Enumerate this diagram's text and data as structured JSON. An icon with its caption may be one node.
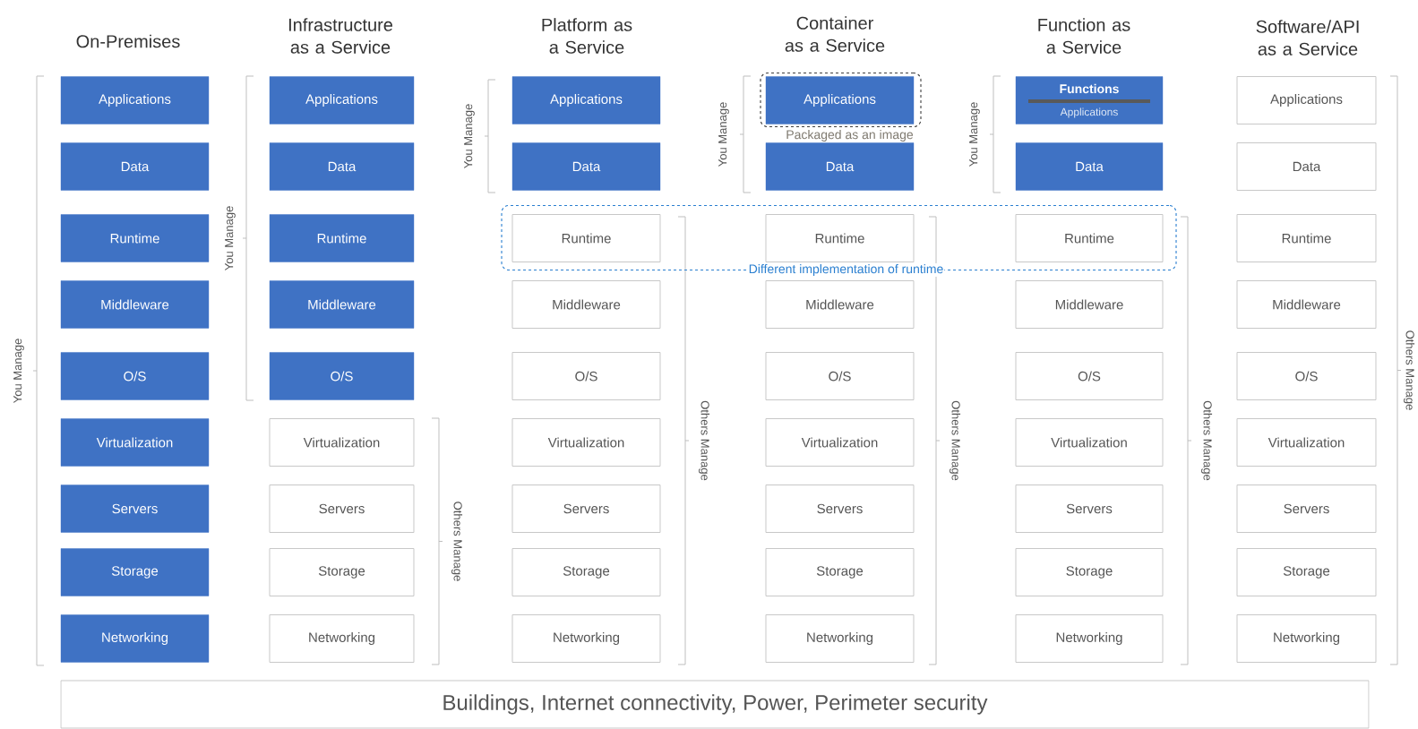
{
  "diagram": {
    "nodes": [
      {
        "text": [
          "Applications"
        ]
      },
      {
        "text": [
          "Data"
        ]
      },
      {
        "text": [
          "Runtime"
        ]
      },
      {
        "text": [
          "Middleware"
        ]
      },
      {
        "text": [
          "O/S"
        ]
      },
      {
        "text": [
          "Virtualization"
        ]
      },
      {
        "text": [
          "Servers"
        ]
      },
      {
        "text": [
          "Storage"
        ]
      },
      {
        "text": [
          "Networking"
        ]
      },
      {
        "text": [
          "Applications"
        ]
      },
      {
        "text": [
          "Data"
        ]
      },
      {
        "text": [
          "Runtime"
        ]
      },
      {
        "text": [
          "Middleware"
        ]
      },
      {
        "text": [
          "O/S"
        ]
      },
      {
        "text": [
          "Virtualization"
        ]
      },
      {
        "text": [
          "Servers"
        ]
      },
      {
        "text": [
          "Storage"
        ]
      },
      {
        "text": [
          "Networking"
        ]
      },
      {
        "text": [
          "Different implementation of runtime"
        ]
      },
      {
        "text": [
          "Applications"
        ]
      },
      {
        "text": [
          "Data"
        ]
      },
      {
        "text": [
          "Runtime"
        ],
        "in": 18
      },
      {
        "text": [
          "Middleware"
        ]
      },
      {
        "text": [
          "O/S"
        ]
      },
      {
        "text": [
          "Virtualization"
        ]
      },
      {
        "text": [
          "Servers"
        ]
      },
      {
        "text": [
          "Storage"
        ]
      },
      {
        "text": [
          "Networking"
        ]
      },
      {
        "text": [
          "Packaged as an image"
        ]
      },
      {
        "text": [
          "Applications"
        ],
        "in": 28
      },
      {
        "text": [
          "Data"
        ]
      },
      {
        "text": [
          "Runtime"
        ],
        "in": 18
      },
      {
        "text": [
          "Middleware"
        ]
      },
      {
        "text": [
          "O/S"
        ]
      },
      {
        "text": [
          "Virtualization"
        ]
      },
      {
        "text": [
          "Servers"
        ]
      },
      {
        "text": [
          "Storage"
        ]
      },
      {
        "text": [
          "Networking"
        ]
      },
      {
        "text": [
          "Functions",
          "Applications"
        ]
      },
      {
        "text": [
          "Data"
        ]
      },
      {
        "text": [
          "Runtime"
        ],
        "in": 18
      },
      {
        "text": [
          "Middleware"
        ]
      },
      {
        "text": [
          "O/S"
        ]
      },
      {
        "text": [
          "Virtualization"
        ]
      },
      {
        "text": [
          "Servers"
        ]
      },
      {
        "text": [
          "Storage"
        ]
      },
      {
        "text": [
          "Networking"
        ]
      },
      {
        "text": [
          "Applications"
        ]
      },
      {
        "text": [
          "Data"
        ]
      },
      {
        "text": [
          "Runtime"
        ]
      },
      {
        "text": [
          "Middleware"
        ]
      },
      {
        "text": [
          "O/S"
        ]
      },
      {
        "text": [
          "Virtualization"
        ]
      },
      {
        "text": [
          "Servers"
        ]
      },
      {
        "text": [
          "Storage"
        ]
      },
      {
        "text": [
          "Networking"
        ]
      },
      {
        "text": [
          "Buildings, Internet connectivity, Power, Perimeter security"
        ]
      }
    ],
    "labels": [
      "On-Premises",
      "Infrastructure as a Service",
      "Platform as a Service",
      "Container as a Service",
      "Function as a Service",
      "Software/API as a Service",
      "You Manage",
      "You Manage",
      "Others Manage",
      "You Manage",
      "Others Manage",
      "You Manage",
      "Others Manage",
      "You Manage",
      "Others Manage",
      "Others Manage"
    ]
  }
}
